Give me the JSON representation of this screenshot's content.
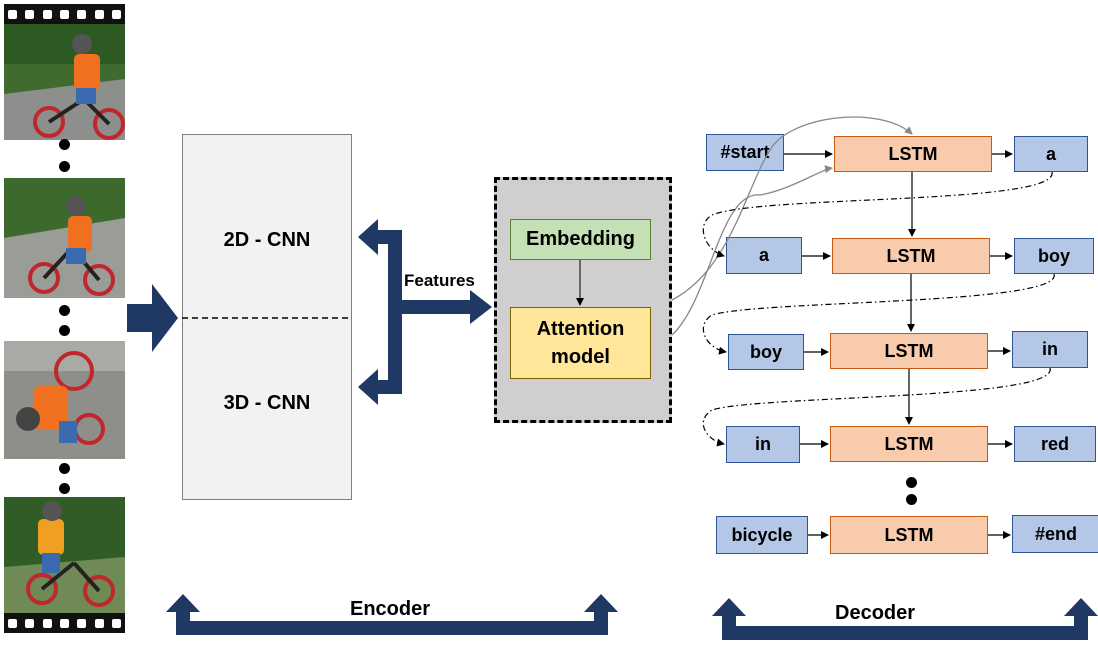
{
  "encoder": {
    "cnn_2d": "2D - CNN",
    "cnn_3d": "3D - CNN",
    "features_label": "Features",
    "caption": "Encoder"
  },
  "attention": {
    "embedding": "Embedding",
    "model_line1": "Attention",
    "model_line2": "model"
  },
  "decoder": {
    "caption": "Decoder",
    "lstm_label": "LSTM",
    "rows": [
      {
        "input": "#start",
        "output": "a"
      },
      {
        "input": "a",
        "output": "boy"
      },
      {
        "input": "boy",
        "output": "in"
      },
      {
        "input": "in",
        "output": "red"
      },
      {
        "input": "bicycle",
        "output": "#end"
      }
    ]
  },
  "video_frames": [
    {
      "icon": "boy-riding-bicycle-frame"
    },
    {
      "icon": "boy-riding-bicycle-frame"
    },
    {
      "icon": "boy-falling-off-bicycle-frame"
    },
    {
      "icon": "boy-with-bicycle-frame"
    }
  ],
  "colors": {
    "arrow_navy": "#1f3864",
    "embedding_fill": "#c5e0b4",
    "attention_fill": "#ffe699",
    "word_fill": "#b4c7e7",
    "lstm_fill": "#f8cbad",
    "attention_container": "#d0cece"
  }
}
